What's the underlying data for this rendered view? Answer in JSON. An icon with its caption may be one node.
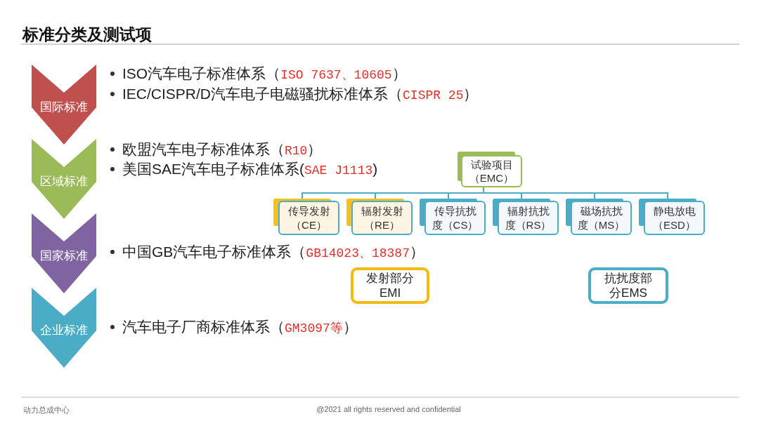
{
  "diagram": {
    "title": "标准分类及测试项",
    "nodes": [
      {
        "text": [
          "国际标准"
        ]
      },
      {
        "text": [
          "区域标准"
        ]
      },
      {
        "text": [
          "国家标准"
        ]
      },
      {
        "text": [
          "企业标准"
        ]
      },
      {
        "text": [
          "试验项目（EMC）"
        ]
      },
      {
        "text": [
          "传导发射（CE）"
        ]
      },
      {
        "text": [
          "辐射发射（RE）"
        ]
      },
      {
        "text": [
          "传导抗扰度（CS）"
        ]
      },
      {
        "text": [
          "辐射抗扰度（RS）"
        ]
      },
      {
        "text": [
          "磁场抗扰度（MS）"
        ]
      },
      {
        "text": [
          "静电放电（ESD）"
        ]
      },
      {
        "text": [
          "发射部分EMI"
        ]
      },
      {
        "text": [
          "抗扰度部分EMS"
        ]
      }
    ],
    "edges": [
      {
        "from": 4,
        "to": 5,
        "arrow": "none"
      },
      {
        "from": 4,
        "to": 6,
        "arrow": "none"
      },
      {
        "from": 4,
        "to": 7,
        "arrow": "none"
      },
      {
        "from": 4,
        "to": 8,
        "arrow": "none"
      },
      {
        "from": 4,
        "to": 9,
        "arrow": "none"
      },
      {
        "from": 4,
        "to": 10,
        "arrow": "none"
      }
    ],
    "labels": [
      "ISO汽车电子标准体系（ISO 7637、10605）",
      "IEC/CISPR/D汽车电子电磁骚扰标准体系（CISPR 25）",
      "欧盟汽车电子标准体系（R10）",
      "美国SAE汽车电子标准体系(SAE J1113)",
      "中国GB汽车电子标准体系（GB14023、18387）",
      "汽车电子厂商标准体系（GM3097等）",
      "动力总成中心",
      "@2021 all rights reserved and confidential"
    ]
  }
}
